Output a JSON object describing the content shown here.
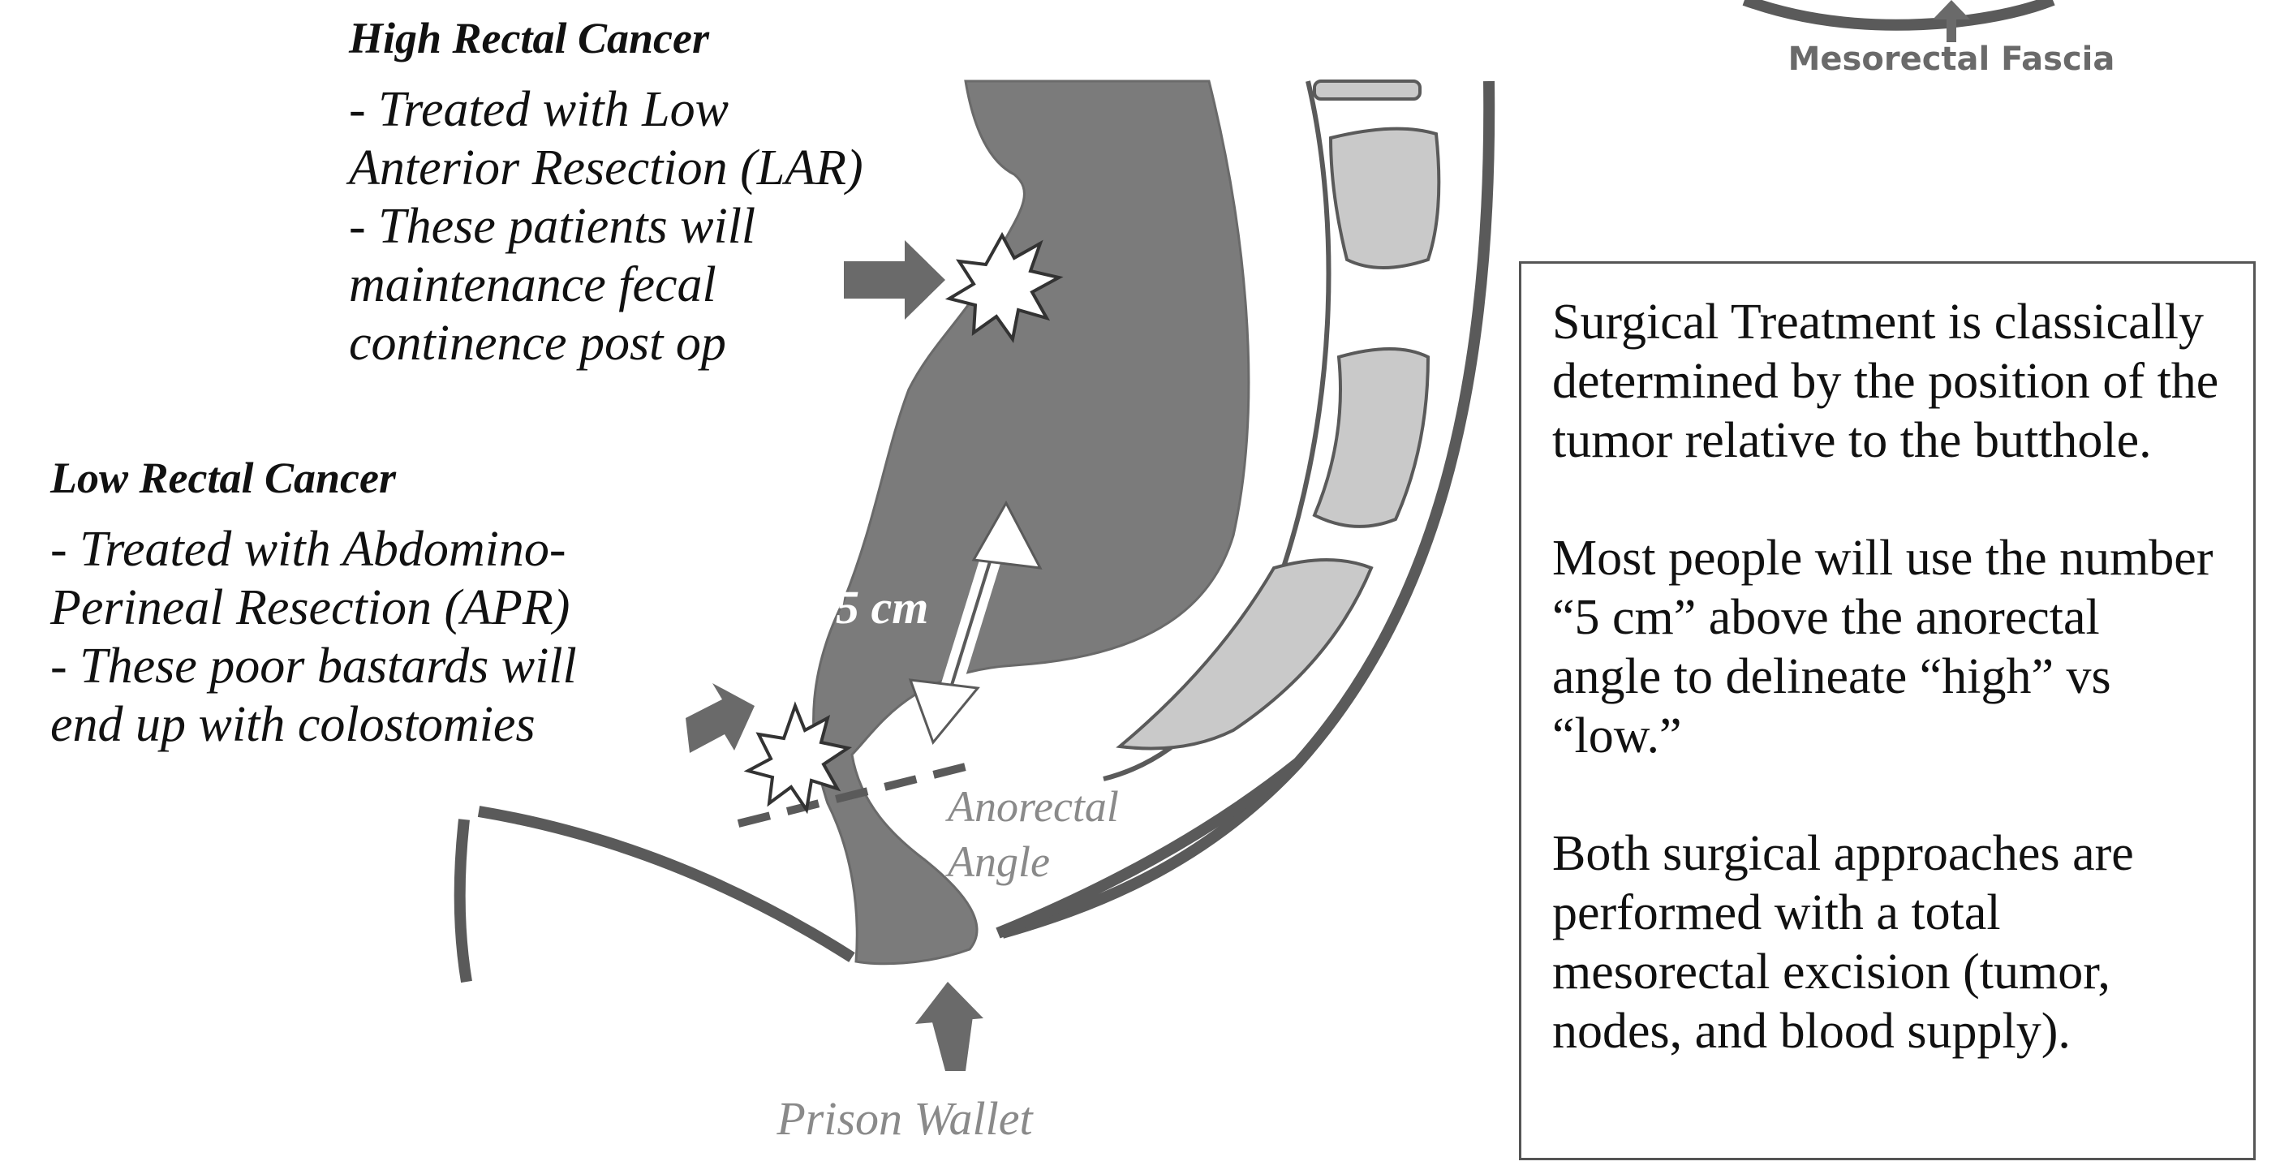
{
  "labels": {
    "mesorectal_fascia": "Mesorectal Fascia",
    "distance": "5 cm",
    "anorectal_angle_line1": "Anorectal",
    "anorectal_angle_line2": "Angle",
    "prison_wallet": "Prison Wallet"
  },
  "high_rectal": {
    "title": "High Rectal Cancer",
    "lines": [
      "- Treated with Low",
      "Anterior Resection (LAR)",
      "- These patients will",
      "maintenance fecal",
      "continence post op"
    ]
  },
  "low_rectal": {
    "title": "Low Rectal Cancer",
    "lines": [
      "- Treated with Abdomino-",
      "Perineal Resection (APR)",
      "- These poor bastards will",
      "end up with colostomies"
    ]
  },
  "summary": {
    "paragraphs": [
      "Surgical Treatment is classically determined by the position of the tumor relative to the butthole.",
      "Most people will use the number “5 cm” above the anorectal angle to delineate “high” vs “low.”",
      "Both surgical approaches are performed with a total mesorectal excision (tumor, nodes, and blood supply)."
    ]
  },
  "colors": {
    "rectum": "#7b7b7b",
    "outline": "#5a5a5a",
    "vertebra": "#c9c9c9",
    "label_gray": "#8a8a8a",
    "fascia_label": "#6a6a6a",
    "text": "#111111"
  }
}
